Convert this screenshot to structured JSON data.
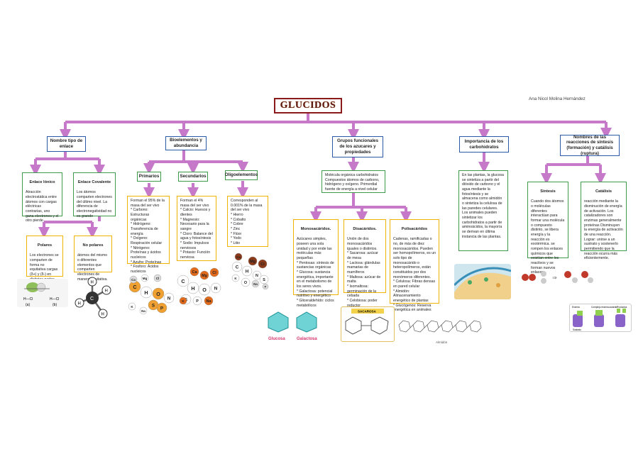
{
  "title": "GLUCIDOS",
  "author": "Ana Nicol Molina Hernández",
  "categories": [
    {
      "label": "Nombre tipo de enlace"
    },
    {
      "label": "Bioelementos y abundancia"
    },
    {
      "label": "Grupos funcionales de los azucares y propiedades"
    },
    {
      "label": "Importancia de los carbohidratos"
    },
    {
      "label": "Nombres de las reacciones de síntesis (formación) y catálisis (ruptura)"
    }
  ],
  "enlace": {
    "ionico": {
      "title": "Enlace Iónico",
      "text": "Atracción electrostática entre átomos con cargas eléctricas contrarias, uno gana electrones y el otro pierde."
    },
    "covalente": {
      "title": "Enlace Covalente",
      "text": "Los átomos comparten electrones del último nivel. La diferencia de electronegatividad no es grande"
    },
    "polares": {
      "title": "Polares",
      "text": "Los electrones se comparten de forma no equitativa cargas (δ+) y (δ-) en distintas partes de la molécula."
    },
    "no_polares": {
      "title": "No polares",
      "text": "átomos del mismo o diferentes elementos que comparten electrones de manera equitativa."
    }
  },
  "bioelementos": {
    "primarios": {
      "title": "Primarios",
      "text": "Forman el 95% de la masa del ser vivo\n* Carbono: Estructuras orgánicas\n* Hidrógeno: Transferencia de energía\n* Oxígeno: Respiración celular\n* Nitrógeno: Proteínas y ácidos nucleicos\n* Azufre: Proteínas\n* Fosforo: Ácidos nucleicos"
    },
    "secundarios": {
      "title": "Secundarios",
      "text": "Forman el 4% masa del ser vivo\n* Calcio: Huesos y dientes\n* Magnesio: Necesario para la sangre\n* Cloro: Balance del agua y fotosíntesis\n* Sodio: Impulsos nerviosos\n* Potasio: Función nerviosa"
    },
    "oligoelementos": {
      "title": "Oligoelementos",
      "text": "Corresponden al 0.001% de la masa del ser vivo\n* Hierro\n* Cobalto\n* Cobre\n* Zinc\n* Flúor\n* Yodo\n* Litio"
    }
  },
  "grupos": {
    "intro": "Molécula orgánica carbohidratos Compuestos átomos de carbono, hidrógeno y oxígeno. Primordial fuente de energía a nivel celular",
    "mono": {
      "title": "Monosacáridos.",
      "text": "Azúcares simples, poseen una sola unidad y por ende las moléculas más pequeñas\n* Pentosas: síntesis de sustancias orgánicas\n* Glucosa: sustancia energética, importante en el metabolismo de los seres vivos.\n* Galactosa: potencial nutritivo y energético\n* Gliceraldehído: ciclos metabólicos"
    },
    "di": {
      "title": "Disacáridos.",
      "text": "Unión de dos monosacáridos iguales o distintos.\n* Sacarosa: azúcar de mesa\n* Lactosa: glándulas mamarias de mamíferos\n* Maltosa: azúcar de malta\n* Isomaltosa: germinación de la cebada\n* Celobiosa: poder reductor"
    },
    "poli": {
      "title": "Polisacáridos",
      "text": "Cadenas, ramificadas o no, de más de diez monosacáridos. Pueden ser homopolímeros, es un solo tipo de monosacárido o heteropolímeros, están constituidos por dos monómeros diferentes.\n* Celulosa: Fibras densas en pared celular\n* Almidón: Almacenamiento energético de plantas\n* Glucógenos: Reserva energética en animales\n* Fructosans: presente en plantas, hongos y bacterias"
    }
  },
  "importancia": {
    "text": "En las plantas, la glucosa se sintetiza a partir del dióxido de carbono y el agua mediante la fotosíntesis y se almacena como almidón o sintetiza la celulosa de las paredes celulares.\nLos animales pueden sintetizar los carbohidratos a partir de aminoácidos, la mayoría se derivan en última instancia de las plantas."
  },
  "reacciones": {
    "sintesis": {
      "title": "Síntesis",
      "text": "Cuando dos átomos o moléculas diferentes interactúan para formar una molécula o compuesto distinto, se libera energía y la reacción es exotérmica. se rompen los enlaces químicos que existían entre los reactivos y se forman nuevos enlaces."
    },
    "catalisis": {
      "title": "Catálisis",
      "text": "reacción mediante la disminución de energía de activación. Los catalizadores son enzimas generalmente proteínas Disminuyen la energía de activación de una reacción. Lograr: unirse a un sustrato y sostenerlo permitiendo que la reacción ocurra más eficientemente."
    }
  },
  "images": {
    "elements_primary": [
      "C",
      "H",
      "O",
      "N",
      "S",
      "P",
      "Ca",
      "K",
      "Na",
      "Mg",
      "Cl"
    ],
    "elements_secondary": [
      "Ca",
      "Mg",
      "Cl",
      "C",
      "H",
      "O",
      "N",
      "S",
      "P",
      "K",
      "Na"
    ],
    "elements_oligo": [
      "Ca",
      "Mg",
      "Cl",
      "C",
      "H",
      "N",
      "S",
      "K",
      "O",
      "Na",
      "P"
    ],
    "sugar_labels": [
      "Glucosa",
      "Galactosa"
    ],
    "disacch_label": "SACAROSA",
    "methane_atoms": [
      "C",
      "H",
      "H",
      "H",
      "H"
    ],
    "bond_labels": [
      "H—Cl",
      "H—Cl",
      "(a)",
      "(b)"
    ],
    "polymer_label": "Almidón",
    "reaction_labels": [
      "Enzima",
      "Complejo enzima-sustrato",
      "Productos",
      "Sustrato"
    ]
  },
  "colors": {
    "connector": "#c678c9",
    "title_border": "#8b1a1a",
    "blue": "#2a5aa8",
    "green": "#3c9a4a",
    "orange": "#f0b400",
    "red": "#c0392b"
  }
}
